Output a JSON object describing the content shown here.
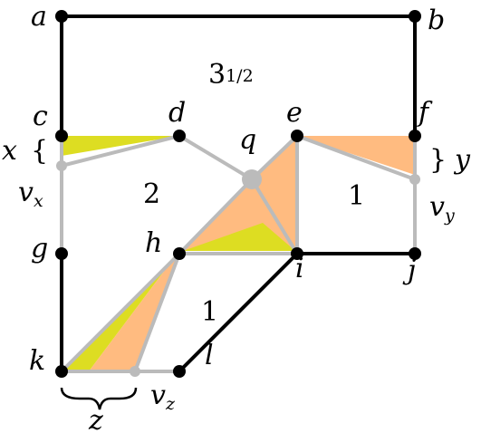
{
  "colors": {
    "black_edge": "#000000",
    "gray_edge": "#bbbbbb",
    "yellow_fill": "#dddd22",
    "orange_fill": "#ffbb80",
    "vertex": "#000000"
  },
  "vertices": {
    "a": "a",
    "b": "b",
    "c": "c",
    "d": "d",
    "e": "e",
    "f": "f",
    "q": "q",
    "g": "g",
    "h": "h",
    "i": "i",
    "j": "j",
    "k": "k",
    "l": "l"
  },
  "special_vertices": {
    "vx_base": "v",
    "vx_sub": "x",
    "vy_base": "v",
    "vy_sub": "y",
    "vz_base": "v",
    "vz_sub": "z"
  },
  "brace_labels": {
    "x": "x",
    "y": "y",
    "z": "z",
    "left_brace": "{",
    "right_brace": "}"
  },
  "face_labels": {
    "outer_face_whole": "3",
    "outer_face_fraction": "1/2",
    "left_face": "2",
    "right_face": "1",
    "lower_face": "1"
  }
}
